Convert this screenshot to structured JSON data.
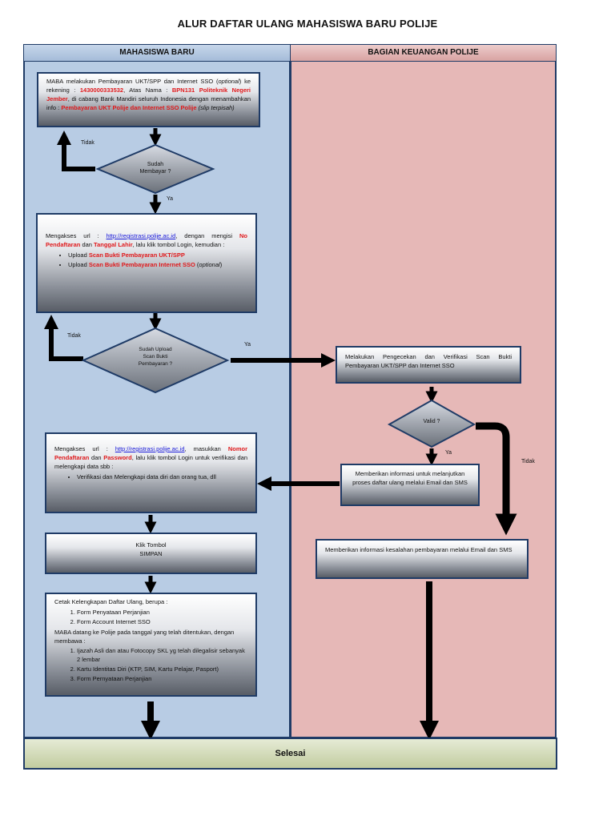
{
  "title": "ALUR DAFTAR ULANG MAHASISWA BARU POLIJE",
  "lanes": {
    "left": "MAHASISWA BARU",
    "right": "BAGIAN KEUANGAN POLIJE"
  },
  "box1": {
    "t1": "MABA melakukan Pembayaran UKT/SPP dan Internet SSO (",
    "t2": "optional",
    "t3": ") ke rekening : ",
    "account": "1430000333532",
    "t4": ", Atas Nama : ",
    "holder": "BPN131 Politeknik Negeri Jember",
    "t5": ", di cabang Bank Mandiri seluruh Indonesia dengan menambahkan info : ",
    "info": "Pembayaran UKT Polije dan Internet SSO Polije",
    "t6": " (slip terpisah)"
  },
  "diamond1": {
    "line1": "Sudah",
    "line2": "Membayar ?"
  },
  "labels": {
    "no": "Tidak",
    "yes": "Ya"
  },
  "box2": {
    "t1": "Mengakses url : ",
    "url": "http://registrasi.polije.ac.id",
    "t2": ", dengan mengisi ",
    "reg_no": "No Pendaftaran",
    "t3": " dan ",
    "dob": "Tanggal Lahir",
    "t4": ", lalu klik tombol Login, kemudian :",
    "bullet1_a": "Upload ",
    "bullet1_b": "Scan Bukti Pembayaran UKT/SPP",
    "bullet2_a": "Upload ",
    "bullet2_b": "Scan Bukti Pembayaran Internet SSO",
    "bullet2_c": " (",
    "bullet2_d": "optional",
    "bullet2_e": ")"
  },
  "diamond2": {
    "line1": "Sudah Upload",
    "line2": "Scan Bukti",
    "line3": "Pembayaran ?"
  },
  "box_check": "Melakukan Pengecekan dan Verifikasi Scan Bukti Pembayaran UKT/SPP dan Internet SSO",
  "diamond3": "Valid ?",
  "box_info": "Memberikan informasi untuk melanjutkan proses daftar ulang melalui Email dan SMS",
  "box3": {
    "t1": "Mengakses url : ",
    "url": "http://registrasi.polije.ac.id",
    "t2": ", masukkan ",
    "reg_no": "Nomor Pendaftaran",
    "t3": " dan ",
    "pwd": "Password",
    "t4": ", lalu klik tombol Login untuk verifikasi dan melengkapi data sbb :",
    "bullet1": "Verifikasi dan Melengkapi data diri dan orang tua, dll"
  },
  "box_simpan": {
    "line1": "Klik Tombol",
    "line2": "SIMPAN"
  },
  "box_error": "Memberikan informasi kesalahan pembayaran melalui Email dan SMS",
  "box4": {
    "intro": "Cetak Kelengkapan Daftar Ulang, berupa :",
    "list1": [
      "Form Penyataan Perjanjian",
      "Form Account Internet SSO"
    ],
    "mid": "MABA datang ke Polije pada tanggal yang telah ditentukan, dengan membawa :",
    "list2": [
      "Ijazah Asli dan atau Fotocopy SKL yg telah dilegalisir sebanyak 2 lembar",
      "Kartu Identitas Diri (KTP, SIM, Kartu Pelajar, Pasport)",
      "Form Pernyataan Perjanjian"
    ]
  },
  "finish": "Selesai",
  "colors": {
    "lane_left": "#b8cce4",
    "lane_right": "#e6b8b7",
    "border": "#1f3b66",
    "highlight": "#e0191b",
    "link": "#1a1ad9"
  }
}
